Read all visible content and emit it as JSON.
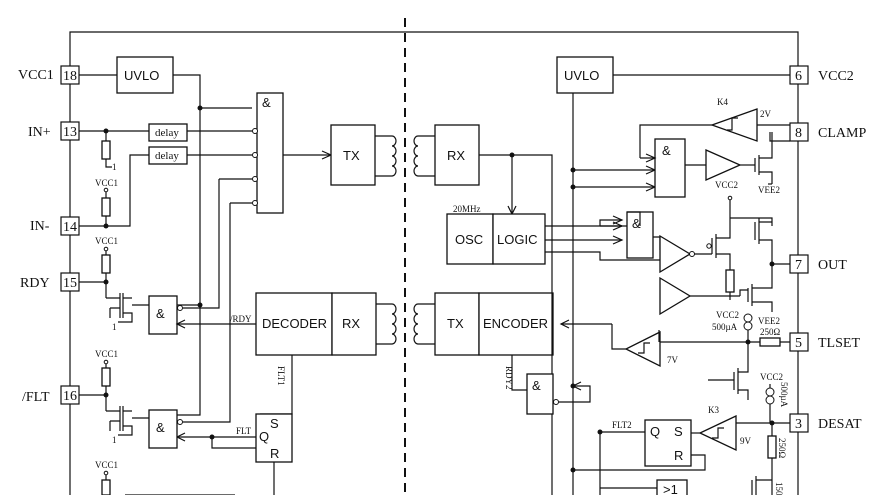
{
  "pins": {
    "vcc1": {
      "num": "18",
      "label": "VCC1"
    },
    "in_plus": {
      "num": "13",
      "label": "IN+"
    },
    "in_minus": {
      "num": "14",
      "label": "IN-"
    },
    "rdy": {
      "num": "15",
      "label": "RDY"
    },
    "flt": {
      "num": "16",
      "label": "/FLT"
    },
    "vcc2": {
      "num": "6",
      "label": "VCC2"
    },
    "clamp": {
      "num": "8",
      "label": "CLAMP"
    },
    "out": {
      "num": "7",
      "label": "OUT"
    },
    "tlset": {
      "num": "5",
      "label": "TLSET"
    },
    "desat": {
      "num": "3",
      "label": "DESAT"
    }
  },
  "blocks": {
    "uvlo": "UVLO",
    "and": "&",
    "delay": "delay",
    "tx": "TX",
    "rx": "RX",
    "decoder": "DECODER",
    "encoder": "ENCODER",
    "osc": "OSC",
    "logic": "LOGIC",
    "or": ">1",
    "s": "S",
    "q": "Q",
    "r": "R"
  },
  "labels": {
    "vcc1": "VCC1",
    "vcc2": "VCC2",
    "vee2": "VEE2",
    "k4": "K4",
    "k3": "K3",
    "v2": "2V",
    "v7": "7V",
    "v9": "9V",
    "freq": "20MHz",
    "i500": "500µA",
    "r250": "250Ω",
    "rdy_n": "/RDY",
    "flt": "FLT",
    "flt1": "FLT1",
    "rdy2": "RDY2",
    "flt2": "FLT2",
    "res1": "1",
    "r150": "150"
  },
  "colors": {
    "line": "#111111",
    "bg": "#ffffff"
  }
}
